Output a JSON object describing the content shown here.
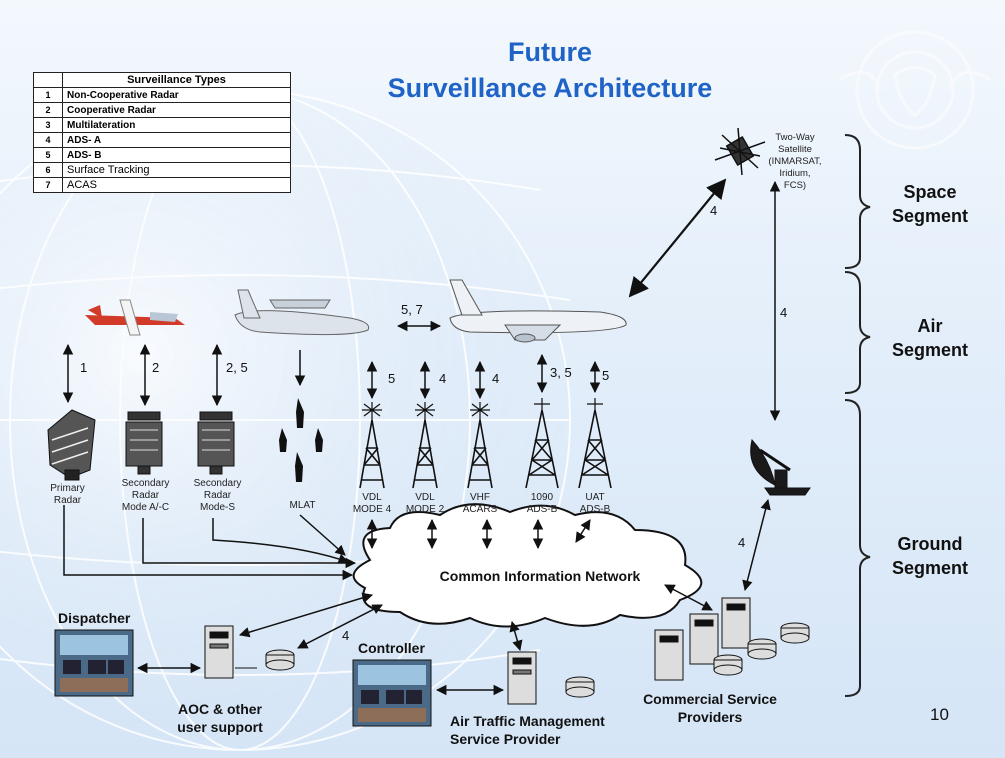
{
  "title": {
    "line1": "Future",
    "line2": "Surveillance Architecture"
  },
  "legend": {
    "header": "Surveillance Types",
    "rows": [
      {
        "num": "1",
        "label": "Non-Cooperative Radar"
      },
      {
        "num": "2",
        "label": "Cooperative Radar"
      },
      {
        "num": "3",
        "label": "Multilateration"
      },
      {
        "num": "4",
        "label": "ADS- A"
      },
      {
        "num": "5",
        "label": "ADS- B"
      },
      {
        "num": "6",
        "label": "Surface Tracking"
      },
      {
        "num": "7",
        "label": "ACAS"
      }
    ]
  },
  "segments": {
    "space": [
      "Space",
      "Segment"
    ],
    "air": [
      "Air",
      "Segment"
    ],
    "ground": [
      "Ground",
      "Segment"
    ]
  },
  "nodes": {
    "satellite": [
      "Two-Way",
      "Satellite",
      "(INMARSAT,",
      "Iridium,",
      "FCS)"
    ],
    "primary_radar": [
      "Primary",
      "Radar"
    ],
    "ssr_ac": [
      "Secondary",
      "Radar",
      "Mode A/-C"
    ],
    "ssr_s": [
      "Secondary",
      "Radar",
      "Mode-S"
    ],
    "mlat": "MLAT",
    "vdl4": [
      "VDL",
      "MODE 4"
    ],
    "vdl2": [
      "VDL",
      "MODE 2"
    ],
    "vhf": [
      "VHF",
      "ACARS"
    ],
    "adsb1090": [
      "1090",
      "ADS-B"
    ],
    "uat": [
      "UAT",
      "ADS-B"
    ],
    "network": "Common Information Network",
    "dispatcher": "Dispatcher",
    "aoc": [
      "AOC & other",
      "user support"
    ],
    "controller": "Controller",
    "atm": [
      "Air Traffic Management",
      "Service Provider"
    ],
    "commercial": [
      "Commercial Service",
      "Providers"
    ]
  },
  "links": {
    "primary": "1",
    "ssr_ac": "2",
    "ssr_s": "2, 5",
    "air_to_air": "5, 7",
    "vdl4": "5",
    "vdl2": "4",
    "vhf": "4",
    "adsb1090": "3, 5",
    "uat": "5",
    "sat_air": "4",
    "sat_ground": "4",
    "ground_commercial": "4",
    "network_aoc": "4"
  },
  "page_number": "10"
}
